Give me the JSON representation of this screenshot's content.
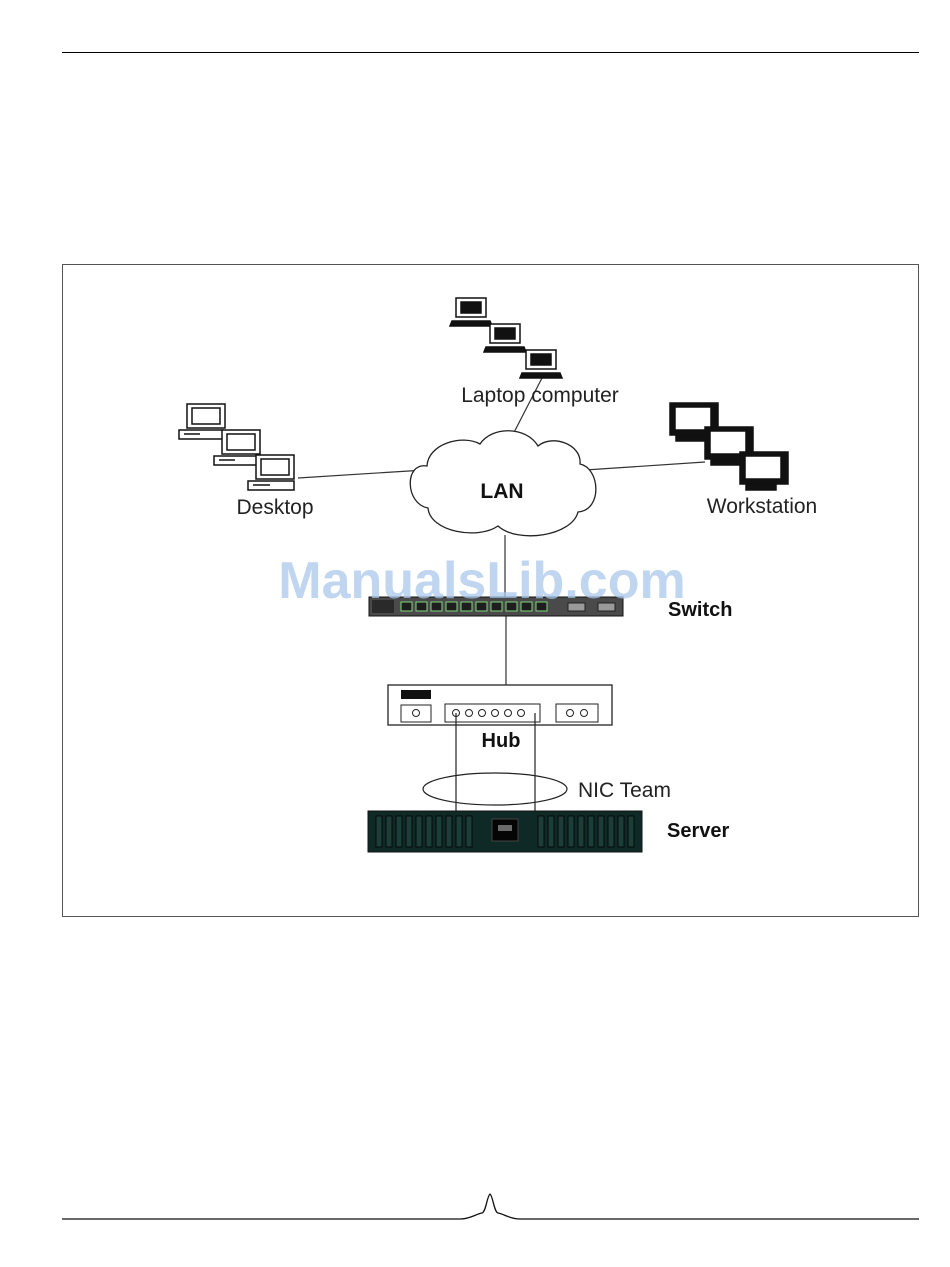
{
  "watermark": "ManualsLib.com",
  "diagram": {
    "nodes": {
      "laptop": "Laptop computer",
      "desktop": "Desktop",
      "workstation": "Workstation",
      "lan": "LAN",
      "switch": "Switch",
      "hub": "Hub",
      "nic_team": "NIC Team",
      "server": "Server"
    }
  }
}
